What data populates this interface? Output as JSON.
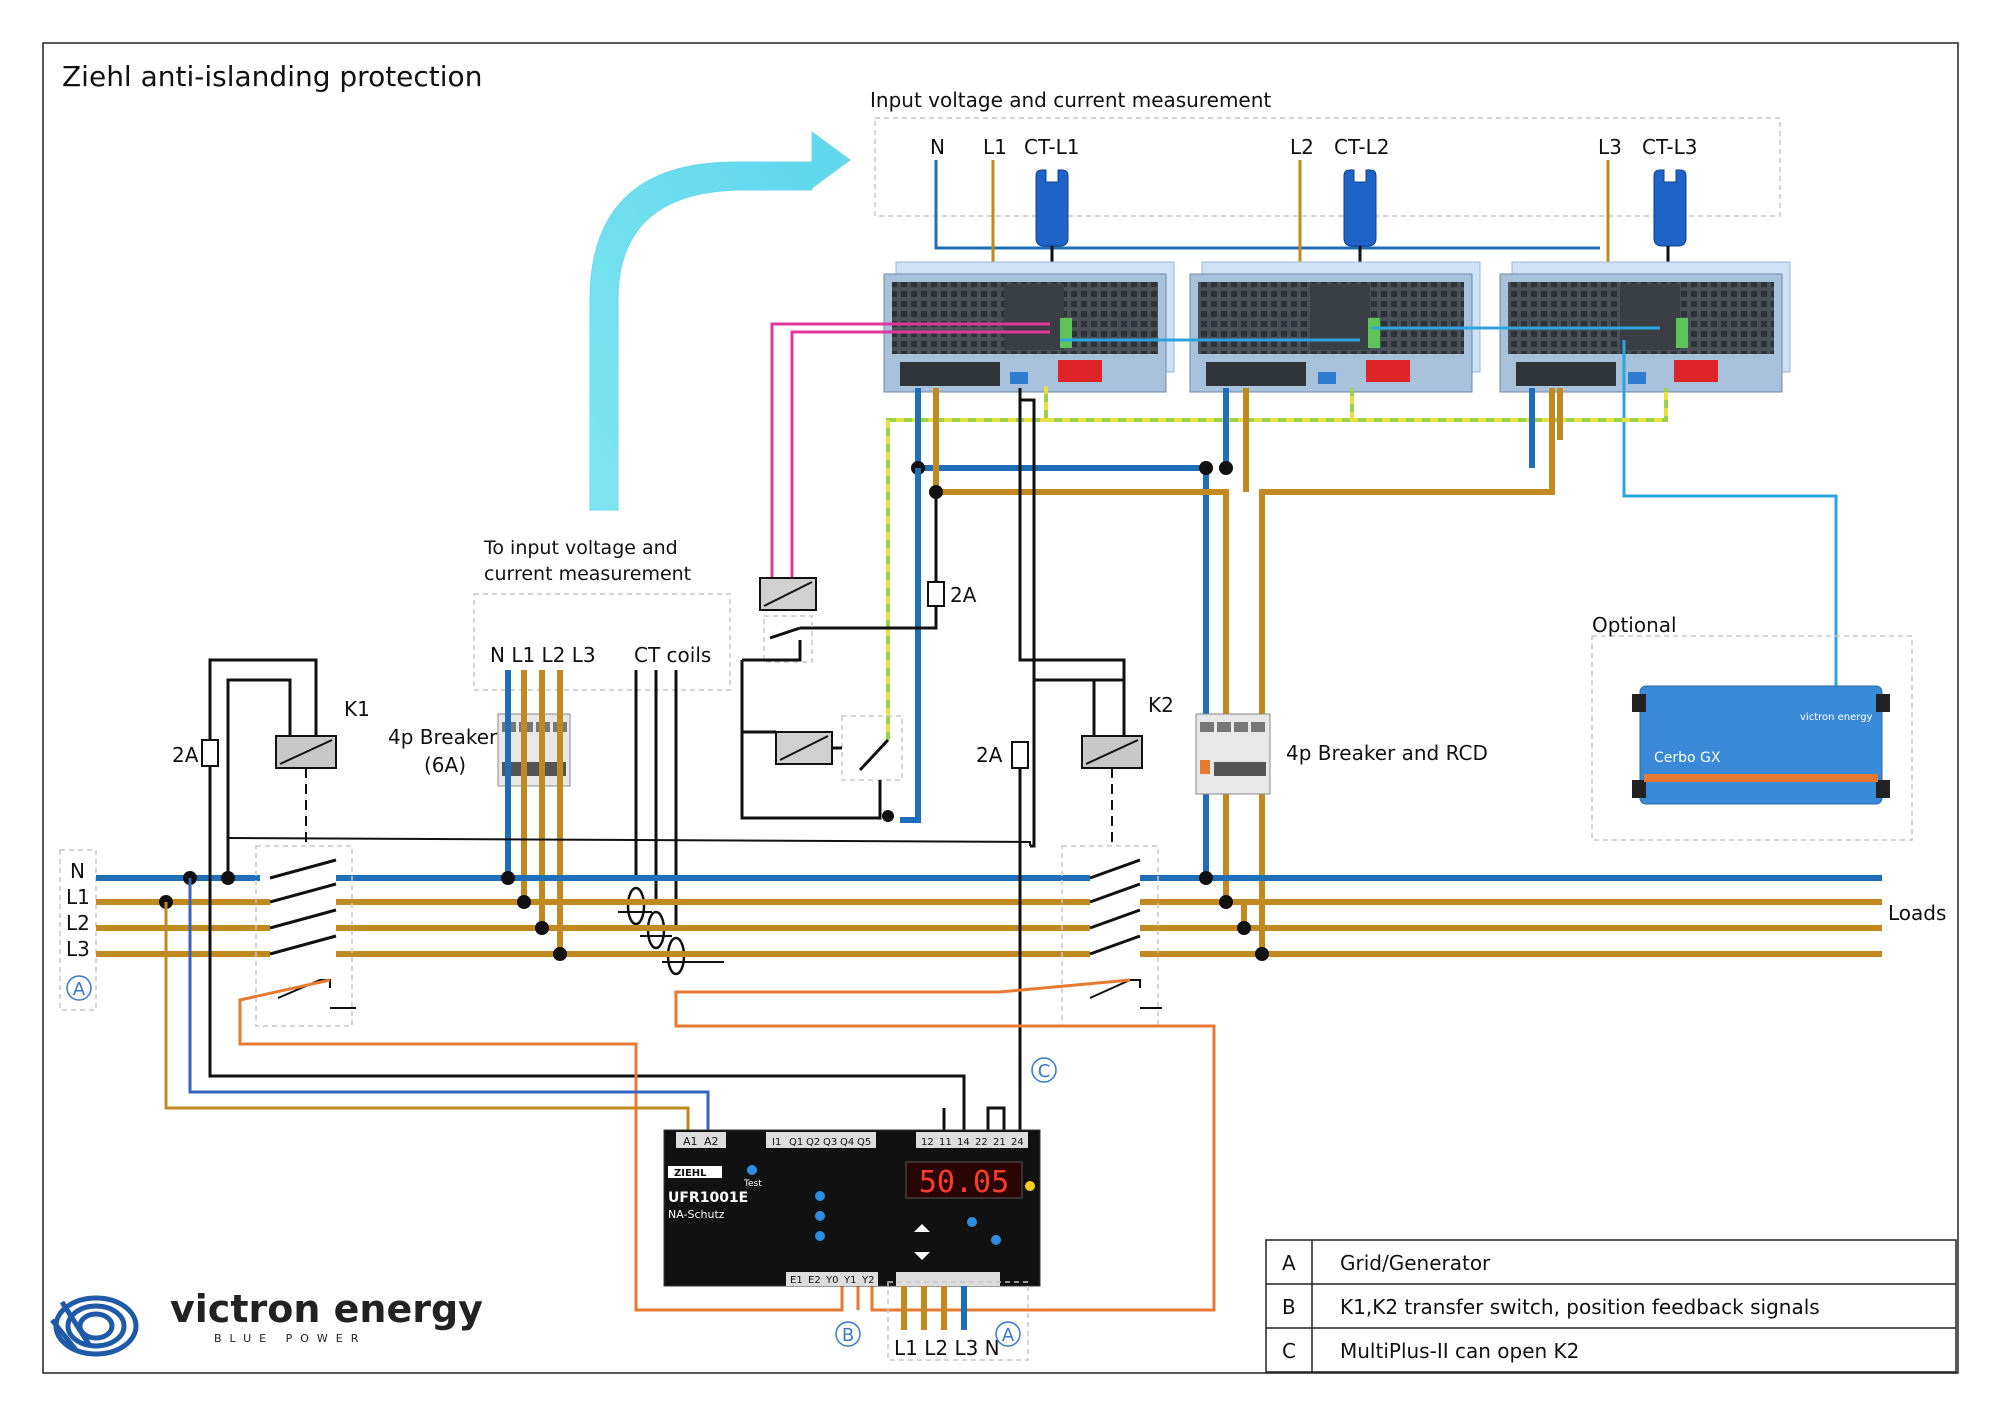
{
  "title": "Ziehl anti-islanding protection",
  "input_measurement": {
    "title": "Input voltage and current measurement",
    "labels": [
      "N",
      "L1",
      "CT-L1",
      "L2",
      "CT-L2",
      "L3",
      "CT-L3"
    ]
  },
  "to_input": {
    "line1": "To input voltage and",
    "line2": "current measurement"
  },
  "breaker_in": {
    "phases": "N L1 L2 L3",
    "name": "4p Breaker",
    "rating": "(6A)"
  },
  "ct_coils": "CT coils",
  "breaker_out": "4p Breaker and RCD",
  "optional": "Optional",
  "cerbo": {
    "name": "Cerbo GX",
    "brand": "victron energy"
  },
  "fuse": "2A",
  "k1": "K1",
  "k2": "K2",
  "buses": [
    "N",
    "L1",
    "L2",
    "L3"
  ],
  "marker_a": "A",
  "marker_b": "B",
  "marker_c": "C",
  "loads": "Loads",
  "relay": {
    "model": "UFR1001E",
    "subtitle": "NA-Schutz",
    "brand": "ZIEHL",
    "display": "50.05",
    "test": "Test",
    "bottom_terminals": "L1 L2 L3  N",
    "top_terminals_left": [
      "A1",
      "A2"
    ],
    "top_terminals_right": [
      "12",
      "11",
      "14",
      "22",
      "21",
      "24"
    ],
    "io_terminals": [
      "I1",
      "Q1",
      "Q2",
      "Q3",
      "Q4",
      "Q5"
    ],
    "e_terminals": [
      "E1",
      "E2",
      "Y0",
      "Y1",
      "Y2"
    ]
  },
  "logo": {
    "name": "victron energy",
    "tagline": "BLUE POWER"
  },
  "legend": [
    {
      "key": "A",
      "text": "Grid/Generator"
    },
    {
      "key": "B",
      "text": "K1,K2 transfer switch, position feedback signals"
    },
    {
      "key": "C",
      "text": "MultiPlus-II can open K2"
    }
  ],
  "colors": {
    "neutral": "#1f6fb8",
    "phase": "#c08a20",
    "feedback": "#e67a30",
    "signal": "#e0379b",
    "network": "#2aa5e0",
    "ground": "#9ed04a"
  }
}
